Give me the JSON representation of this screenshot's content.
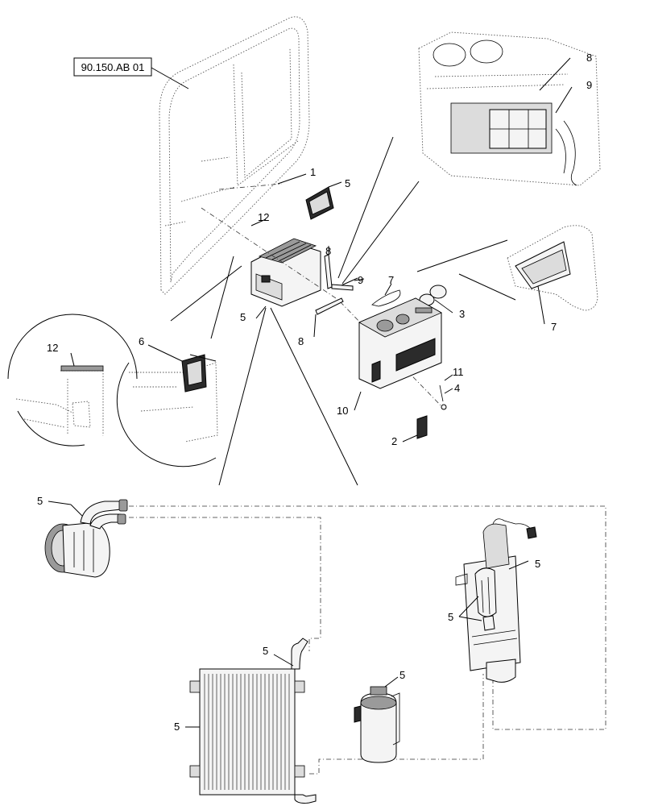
{
  "reference_tag": "90.150.AB 01",
  "callouts": {
    "c1": "1",
    "c2": "2",
    "c3": "3",
    "c4": "4",
    "c5a": "5",
    "c5b": "5",
    "c5c": "5",
    "c5d": "5",
    "c5e": "5",
    "c5f": "5",
    "c5g": "5",
    "c5h": "5",
    "c6": "6",
    "c7a": "7",
    "c7b": "7",
    "c8a": "8",
    "c8b": "8",
    "c8c": "8",
    "c9a": "9",
    "c9b": "9",
    "c10": "10",
    "c11": "11",
    "c12a": "12",
    "c12b": "12"
  }
}
